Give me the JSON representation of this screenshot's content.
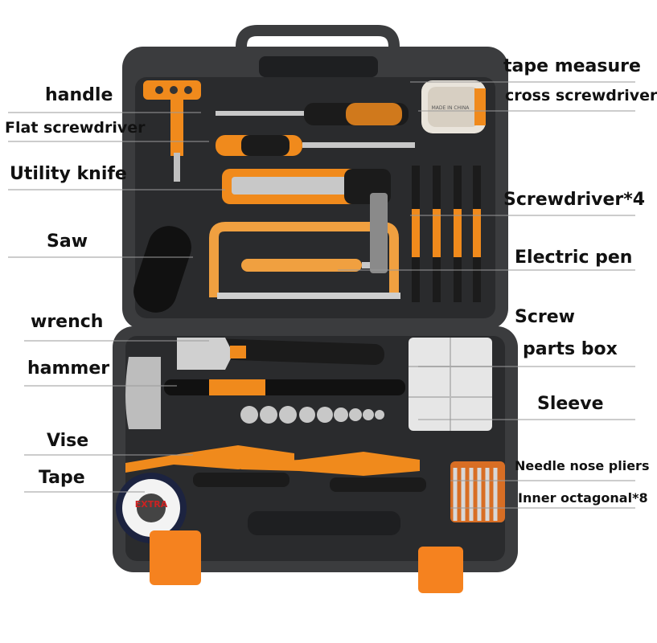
{
  "labels": {
    "tape_measure": "tape measure",
    "handle": "handle",
    "cross_screwdriver": "cross screwdriver",
    "flat_screwdriver": "Flat screwdriver",
    "utility_knife": "Utility knife",
    "screwdriver4": "Screwdriver*4",
    "saw": "Saw",
    "electric_pen": "Electric pen",
    "wrench": "wrench",
    "screw": "Screw",
    "parts_box": "parts box",
    "hammer": "hammer",
    "sleeve": "Sleeve",
    "vise": "Vise",
    "needle_nose_pliers": "Needle nose pliers",
    "tape": "Tape",
    "inner_octagonal8": "Inner octagonal*8"
  },
  "product_text": {
    "tape_brand": "EXTRA",
    "tape_measure_marking": "MADE IN CHINA"
  },
  "colors": {
    "case_shell": "#3a3b3d",
    "case_inner": "#2b2c2e",
    "accent_orange": "#f08a1c",
    "latch_orange": "#f5821f",
    "leader_line": "#9a9a9a"
  }
}
